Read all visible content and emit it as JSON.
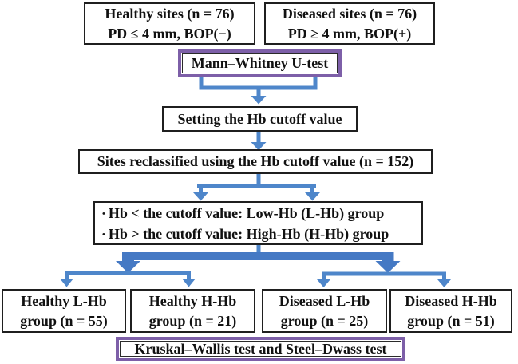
{
  "colors": {
    "arrow_blue": "#4e86ca",
    "arrow_blue_thick": "#4579c4",
    "purple_border": "#7d5fa8",
    "box_border": "#1f1f1f"
  },
  "top_boxes": {
    "healthy": {
      "line1": "Healthy sites (n = 76)",
      "line2": "PD ≤ 4 mm, BOP(−)"
    },
    "diseased": {
      "line1": "Diseased sites (n = 76)",
      "line2": "PD ≥ 4 mm, BOP(+)"
    }
  },
  "mann_whitney": {
    "label": "Mann–Whitney U-test"
  },
  "setting": {
    "label": "Setting the Hb cutoff value"
  },
  "reclassified": {
    "label": "Sites reclassified using the Hb cutoff value (n = 152)"
  },
  "cutoff_rules": {
    "bullet": "•",
    "lines": [
      "Hb < the cutoff value: Low-Hb (L-Hb) group",
      "Hb > the cutoff value: High-Hb (H-Hb) group"
    ]
  },
  "groups": [
    {
      "line1": "Healthy L-Hb",
      "line2": "group (n = 55)"
    },
    {
      "line1": "Healthy H-Hb",
      "line2": "group (n = 21)"
    },
    {
      "line1": "Diseased L-Hb",
      "line2": "group (n = 25)"
    },
    {
      "line1": "Diseased H-Hb",
      "line2": "group (n = 51)"
    }
  ],
  "final_test": {
    "label": "Kruskal–Wallis test and Steel–Dwass test"
  }
}
